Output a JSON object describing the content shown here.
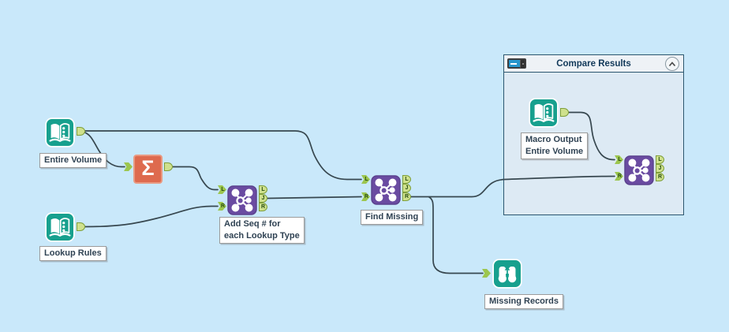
{
  "labels": {
    "entire_volume": "Entire Volume",
    "lookup_rules": "Lookup Rules",
    "add_seq_line1": "Add Seq # for",
    "add_seq_line2": "each Lookup Type",
    "find_missing": "Find Missing",
    "missing_records": "Missing Records",
    "macro_output_line1": "Macro Output",
    "macro_output_line2": "Entire Volume"
  },
  "container": {
    "title": "Compare Results"
  },
  "anchors": {
    "left": "L",
    "join": "J",
    "right": "R"
  },
  "icons": {
    "input_data": "open-book",
    "summarize": "sigma",
    "join": "node-network",
    "browse": "binoculars",
    "sigma_glyph": "Σ",
    "container_toggle": "enabled-slider",
    "container_collapse": "chevron-up"
  },
  "colors": {
    "canvas_bg": "#c9e8fa",
    "wire": "#37474f",
    "tool_teal": "#17a08e",
    "tool_orange": "#de6a4e",
    "tool_purple": "#6a4ba1",
    "anchor_input_green": "#9cc64e",
    "anchor_output_green": "#cfe18d",
    "container_border": "#2b566e",
    "container_body": "#ddeaf4",
    "container_header": "#eef2f6",
    "toggle_blue": "#2796cc",
    "label_text": "#2f4253"
  }
}
